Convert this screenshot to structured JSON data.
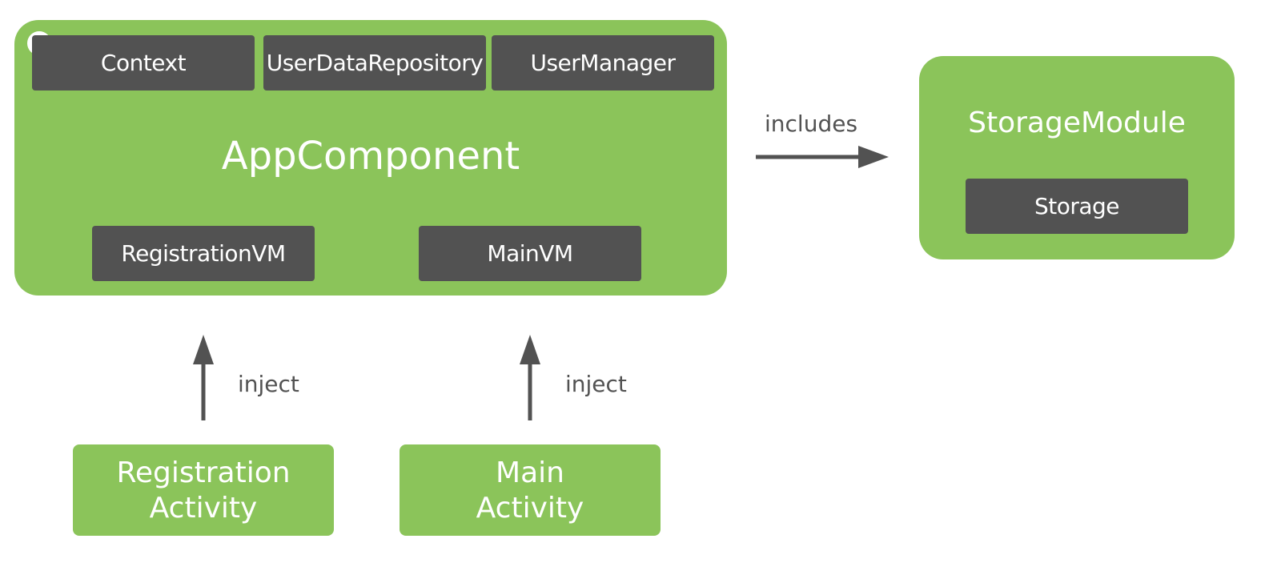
{
  "app_component": {
    "title": "AppComponent",
    "top_items": [
      "Context",
      "UserDataRepository",
      "UserManager"
    ],
    "bottom_items": [
      "RegistrationVM",
      "MainVM"
    ]
  },
  "storage_module": {
    "title": "StorageModule",
    "item": "Storage"
  },
  "edges": {
    "includes": "includes",
    "inject_registration": "inject",
    "inject_main": "inject"
  },
  "activities": {
    "registration": {
      "line1": "Registration",
      "line2": "Activity"
    },
    "main": {
      "line1": "Main",
      "line2": "Activity"
    }
  },
  "colors": {
    "component_green": "#8bc45a",
    "node_dark": "#525252",
    "arrow": "#525252",
    "text_light": "#ffffff"
  }
}
